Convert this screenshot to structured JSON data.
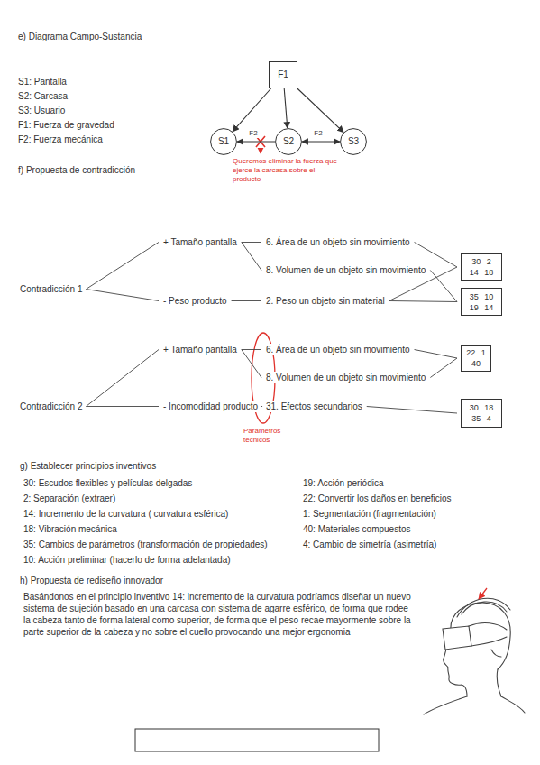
{
  "diagram": {
    "nodes": [
      {
        "text": [
          "F1"
        ]
      },
      {
        "text": [
          "S1"
        ]
      },
      {
        "text": [
          "S2"
        ]
      },
      {
        "text": [
          "S3"
        ]
      },
      {
        "text": [
          "30 2",
          "14 18"
        ]
      },
      {
        "text": [
          "35 10",
          "19 14"
        ]
      },
      {
        "text": [
          "22 1",
          "40"
        ]
      },
      {
        "text": [
          "30 18",
          "35 4"
        ]
      }
    ],
    "edges": [
      {
        "from": 0,
        "to": 1,
        "arrow": "to"
      },
      {
        "from": 0,
        "to": 2,
        "arrow": "to"
      },
      {
        "from": 0,
        "to": 3,
        "arrow": "to"
      },
      {
        "from": 2,
        "to": 1,
        "label": "F2",
        "arrow": "to"
      },
      {
        "from": 2,
        "to": 3,
        "label": "F2",
        "arrow": "both"
      }
    ],
    "labels": [
      "e) Diagrama Campo-Sustancia",
      "S1: Pantalla",
      "S2: Carcasa",
      "S3: Usuario",
      "F1: Fuerza de gravedad",
      "F2: Fuerza mecánica",
      "Queremos eliminar la fuerza que ejerce la carcasa sobre el producto",
      "f) Propuesta de contradicción",
      "Contradicción 1",
      "+ Tamaño pantalla",
      "- Peso producto",
      "6. Área de un objeto sin movimiento",
      "8. Volumen de un objeto sin movimiento",
      "2. Peso un objeto sin material",
      "Contradicción 2",
      "+ Tamaño pantalla",
      "- Incomodidad producto",
      "6. Área de un objeto sin movimiento",
      "8. Volumen de un objeto sin movimiento",
      "31. Efectos secundarios",
      "Parámetros técnicos",
      "g) Establecer principios inventivos",
      "30: Escudos flexibles y películas delgadas",
      "2: Separación (extraer)",
      "14: Incremento de la curvatura ( curvatura esférica)",
      "18: Vibración mecánica",
      "35: Cambios de parámetros (transformación de propiedades)",
      "10: Acción preliminar (hacerlo de forma adelantada)",
      "19: Acción periódica",
      "22: Convertir los daños en beneficios",
      "1: Segmentación (fragmentación)",
      "40: Materiales compuestos",
      "4: Cambio de simetría (asimetría)",
      "h) Propuesta de rediseño innovador",
      "Basándonos en el principio inventivo 14: incremento de la curvatura podríamos diseñar un nuevo sistema de sujeción basado en una carcasa con sistema de agarre esférico, de forma que rodee la cabeza tanto de forma lateral como superior, de forma que el peso recae mayormente sobre la parte superior de la cabeza y no sobre el cuello provocando una mejor ergonomia"
    ]
  }
}
